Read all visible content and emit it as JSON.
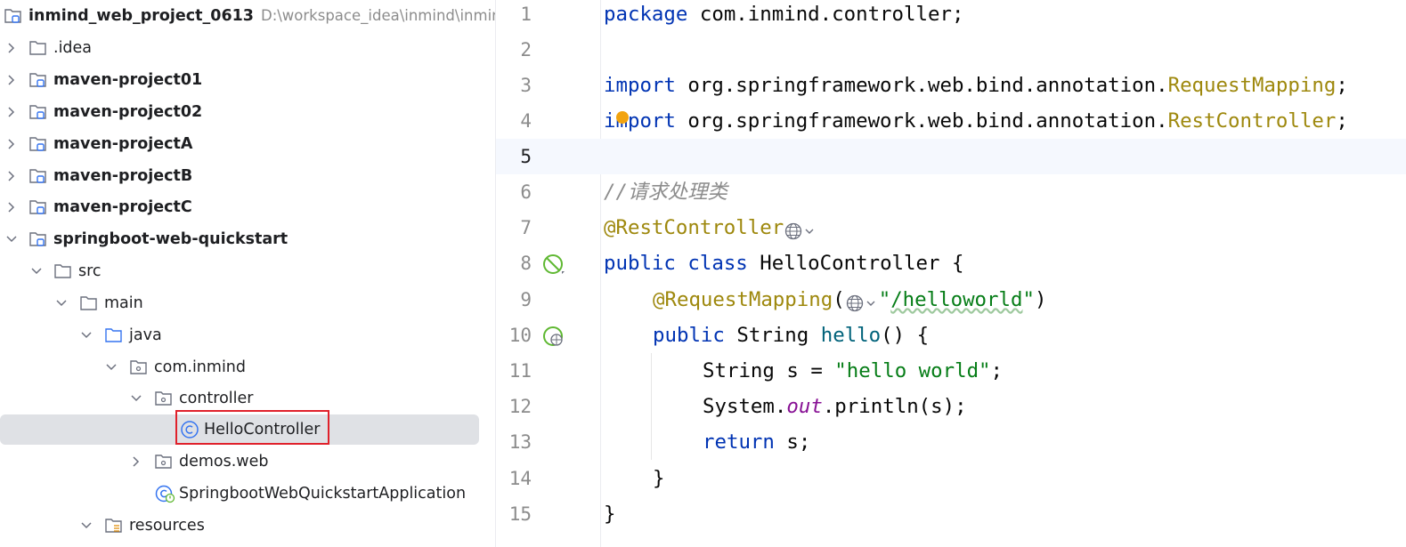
{
  "project_tree": {
    "root": {
      "name": "inmind_web_project_0613",
      "path": "D:\\workspace_idea\\inmind\\inmin"
    },
    "items": [
      {
        "label": ".idea"
      },
      {
        "label": "maven-project01"
      },
      {
        "label": "maven-project02"
      },
      {
        "label": "maven-projectA"
      },
      {
        "label": "maven-projectB"
      },
      {
        "label": "maven-projectC"
      },
      {
        "label": "springboot-web-quickstart"
      },
      {
        "label": "src"
      },
      {
        "label": "main"
      },
      {
        "label": "java"
      },
      {
        "label": "com.inmind"
      },
      {
        "label": "controller"
      },
      {
        "label": "HelloController"
      },
      {
        "label": "demos.web"
      },
      {
        "label": "SpringbootWebQuickstartApplication"
      },
      {
        "label": "resources"
      }
    ]
  },
  "editor": {
    "current_line": 5,
    "line_numbers": [
      "1",
      "2",
      "3",
      "4",
      "5",
      "6",
      "7",
      "8",
      "9",
      "10",
      "11",
      "12",
      "13",
      "14",
      "15"
    ],
    "code": {
      "l1_kw": "package",
      "l1_rest": " com.inmind.controller;",
      "l3_kw": "import",
      "l3_pkg": " org.springframework.web.bind.annotation.",
      "l3_cls": "RequestMapping",
      "l3_end": ";",
      "l4_kw": "import",
      "l4_pkg": " org.springframework.web.bind.annotation.",
      "l4_cls": "RestController",
      "l4_end": ";",
      "l6_comment": "//请求处理类",
      "l7_ann": "@RestController",
      "l8_kw1": "public",
      "l8_kw2": "class",
      "l8_rest": " HelloController {",
      "l9_ann": "@RequestMapping",
      "l9_open": "(",
      "l9_q1": "\"",
      "l9_url": "/helloworld",
      "l9_q2": "\"",
      "l9_close": ")",
      "l10_kw": "public",
      "l10_type": " String ",
      "l10_fn": "hello",
      "l10_rest": "() {",
      "l11_a": "String s = ",
      "l11_str": "\"hello world\"",
      "l11_end": ";",
      "l12_a": "System.",
      "l12_field": "out",
      "l12_b": ".println(s);",
      "l13_kw": "return",
      "l13_rest": " s;",
      "l14": "}",
      "l15": "}"
    }
  },
  "colors": {
    "keyword": "#0033b3",
    "annotation": "#9e880d",
    "string": "#067d17",
    "comment": "#8c8c8c",
    "field": "#871094",
    "highlight_box": "#e0212b"
  }
}
